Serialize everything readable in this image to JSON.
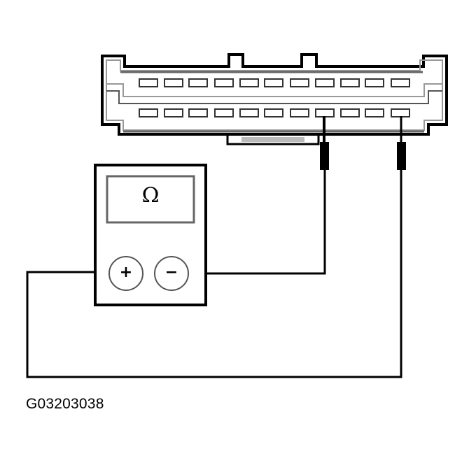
{
  "diagram": {
    "caption": "G03203038",
    "meter": {
      "display_symbol": "Ω",
      "positive_terminal": "+",
      "negative_terminal": "−"
    },
    "connector": {
      "rows": 2,
      "pins_per_row": 11,
      "probed_pins": [
        {
          "row": 2,
          "index": 8,
          "lead": "negative"
        },
        {
          "row": 2,
          "index": 11,
          "lead": "positive"
        }
      ]
    },
    "colors": {
      "line": "#000000",
      "shade": "#9a9a9a",
      "background": "#ffffff"
    }
  }
}
